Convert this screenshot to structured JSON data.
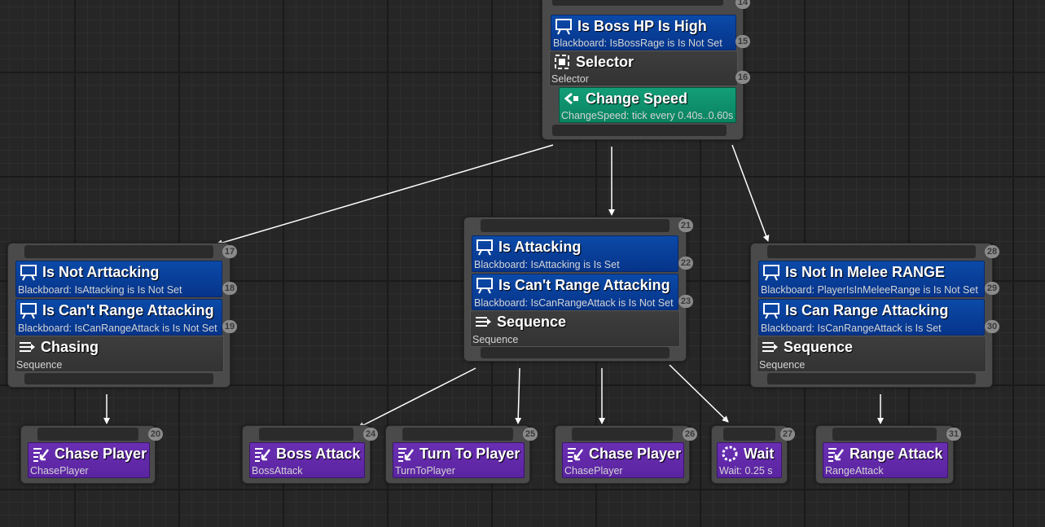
{
  "nodes": {
    "root": {
      "top_index": "14",
      "decorator": {
        "title": "Is Boss HP Is High",
        "subtitle": "Blackboard: IsBossRage is Is Not Set",
        "index": "15"
      },
      "composite": {
        "title": "Selector",
        "subtitle": "Selector",
        "index": "16"
      },
      "service": {
        "title": "Change Speed",
        "subtitle": "ChangeSpeed: tick every 0.40s..0.60s"
      }
    },
    "left": {
      "index": "17",
      "decorators": [
        {
          "title": "Is Not Arttacking",
          "subtitle": "Blackboard: IsAttacking is Is Not Set",
          "index": "18"
        },
        {
          "title": "Is Can't Range Attacking",
          "subtitle": "Blackboard: IsCanRangeAttack is Is Not Set",
          "index": "19"
        }
      ],
      "composite": {
        "title": "Chasing",
        "subtitle": "Sequence"
      }
    },
    "middle": {
      "index": "21",
      "decorators": [
        {
          "title": "Is Attacking",
          "subtitle": "Blackboard: IsAttacking is Is Set",
          "index": "22"
        },
        {
          "title": "Is Can't Range Attacking",
          "subtitle": "Blackboard: IsCanRangeAttack is Is Not Set",
          "index": "23"
        }
      ],
      "composite": {
        "title": "Sequence",
        "subtitle": "Sequence"
      }
    },
    "right": {
      "index": "28",
      "decorators": [
        {
          "title": "Is Not In Melee RANGE",
          "subtitle": "Blackboard: PlayerIsInMeleeRange is Is Not Set",
          "index": "29"
        },
        {
          "title": "Is Can Range Attacking",
          "subtitle": "Blackboard: IsCanRangeAttack is Is Set",
          "index": "30"
        }
      ],
      "composite": {
        "title": "Sequence",
        "subtitle": "Sequence"
      }
    },
    "tasks": [
      {
        "title": "Chase Player",
        "subtitle": "ChasePlayer",
        "index": "20",
        "icon": "task-icon"
      },
      {
        "title": "Boss Attack",
        "subtitle": "BossAttack",
        "index": "24",
        "icon": "task-icon"
      },
      {
        "title": "Turn To Player",
        "subtitle": "TurnToPlayer",
        "index": "25",
        "icon": "task-icon"
      },
      {
        "title": "Chase Player",
        "subtitle": "ChasePlayer",
        "index": "26",
        "icon": "task-icon"
      },
      {
        "title": "Wait",
        "subtitle": "Wait: 0.25 s",
        "index": "27",
        "icon": "wait-icon"
      },
      {
        "title": "Range Attack",
        "subtitle": "RangeAttack",
        "index": "31",
        "icon": "task-icon"
      }
    ]
  },
  "colors": {
    "decorator": "#0b4aa8",
    "composite": "#3d3d3d",
    "service": "#139e78",
    "task": "#6a2fb3",
    "wire": "#ffffff"
  }
}
